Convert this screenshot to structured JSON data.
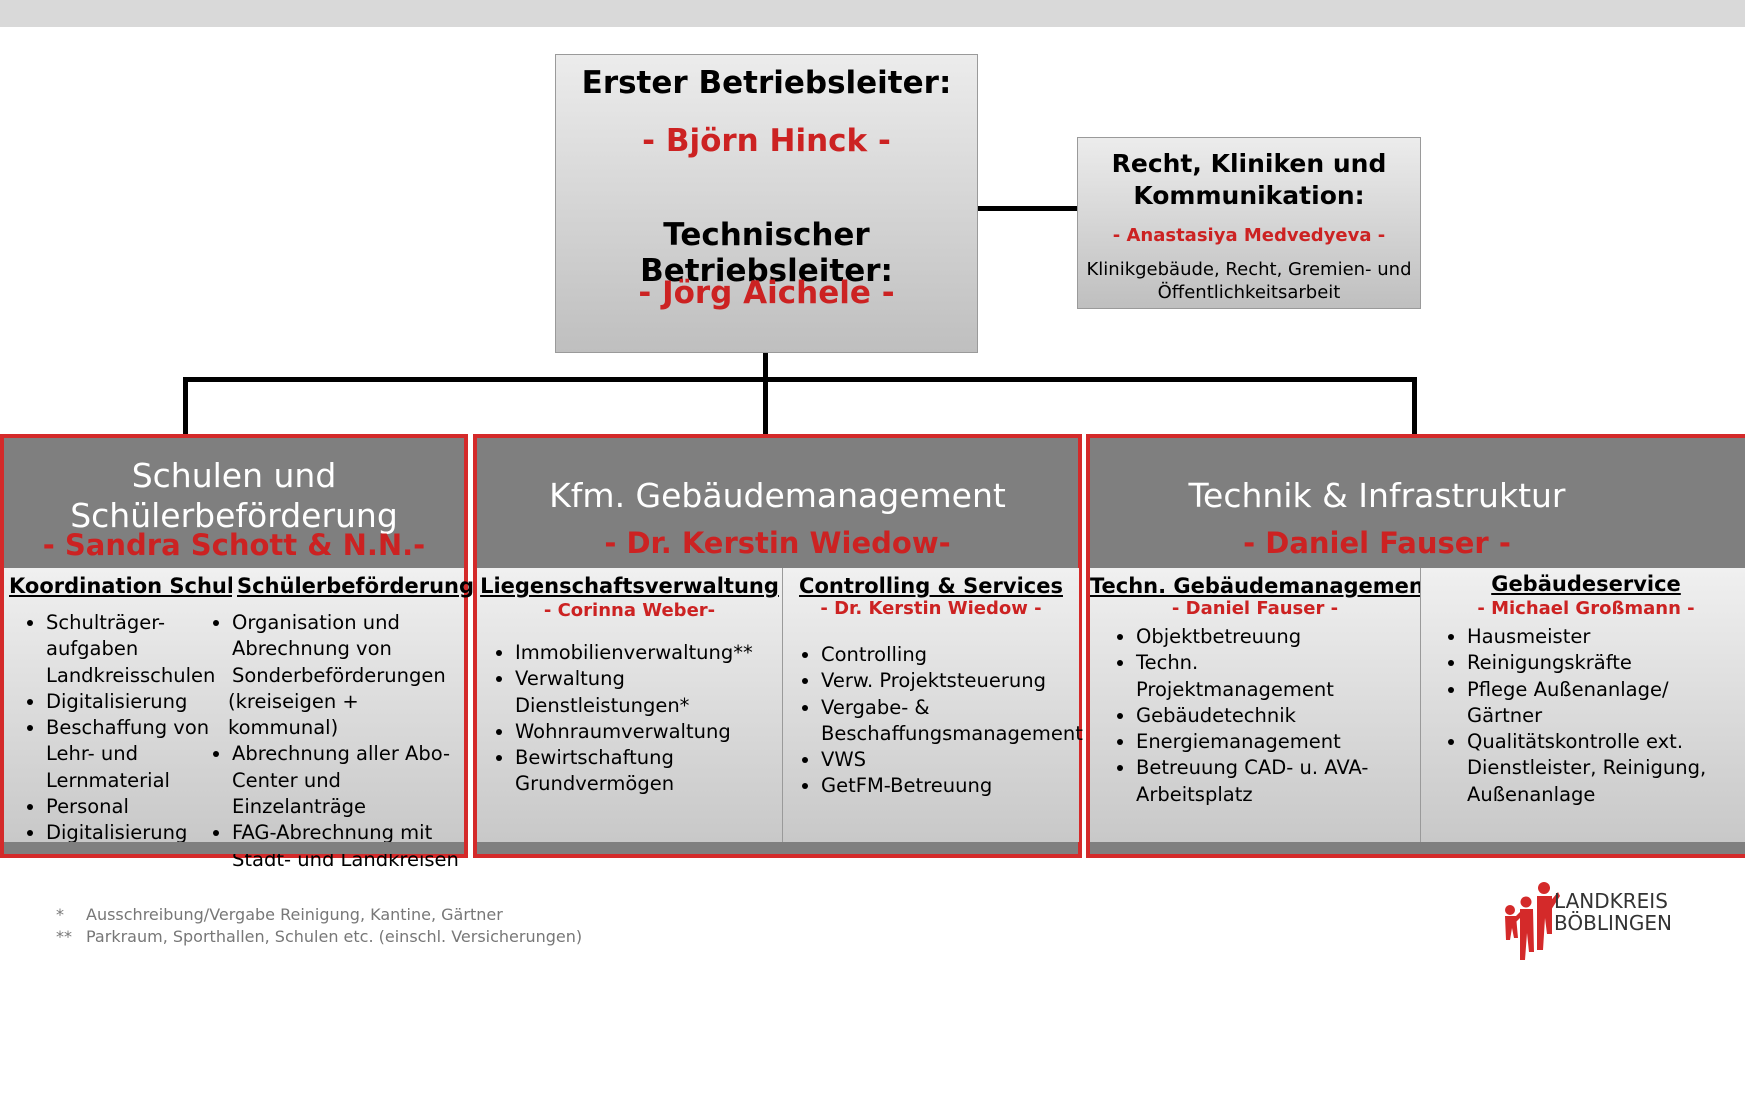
{
  "leadership": {
    "title1": "Erster Betriebsleiter:",
    "name1": "- Björn Hinck -",
    "title2": "Technischer Betriebsleiter:",
    "name2": "- Jörg Aichele -"
  },
  "staff_unit": {
    "title_line1": "Recht, Kliniken und",
    "title_line2": "Kommunikation:",
    "name": "- Anastasiya Medvedyeva -",
    "desc_line1": "Klinikgebäude, Recht, Gremien- und",
    "desc_line2": "Öffentlichkeitsarbeit"
  },
  "departments": [
    {
      "title_line1": "Schulen und",
      "title_line2": "Schülerbeförderung",
      "lead": "- Sandra Schott & N.N.-",
      "columns": [
        {
          "heading": "Koordination Schulen",
          "items": [
            "Schulträger-",
            "aufgaben",
            "Landkreisschulen",
            "Digitalisierung",
            "Beschaffung von",
            "Lehr- und",
            "Lernmaterial",
            "Personal",
            "Digitalisierung"
          ]
        },
        {
          "heading": "Schülerbeförderung",
          "items": [
            "Organisation und",
            "Abrechnung von",
            "Sonderbeförderungen",
            "(kreiseigen + kommunal)",
            "Abrechnung aller Abo-",
            "Center und",
            "Einzelanträge",
            "FAG-Abrechnung mit",
            "Stadt- und Landkreisen"
          ]
        }
      ]
    },
    {
      "title": "Kfm. Gebäudemanagement",
      "lead": "- Dr. Kerstin Wiedow-",
      "columns": [
        {
          "heading": "Liegenschaftsverwaltung",
          "sublead": "- Corinna Weber-",
          "items": [
            "Immobilienverwaltung**",
            "Verwaltung",
            "Dienstleistungen*",
            "Wohnraumverwaltung",
            "Bewirtschaftung",
            "Grundvermögen"
          ]
        },
        {
          "heading": "Controlling & Services",
          "sublead": "- Dr. Kerstin Wiedow -",
          "items": [
            "Controlling",
            "Verw. Projektsteuerung",
            "Vergabe- &",
            "Beschaffungsmanagement",
            "VWS",
            "GetFM-Betreuung"
          ]
        }
      ]
    },
    {
      "title": "Technik & Infrastruktur",
      "lead": "- Daniel Fauser -",
      "columns": [
        {
          "heading": "Techn. Gebäudemanagement",
          "sublead": "- Daniel Fauser -",
          "items": [
            "Objektbetreuung",
            "Techn.",
            "Projektmanagement",
            "Gebäudetechnik",
            "Energiemanagement",
            "Betreuung CAD- u. AVA-",
            "Arbeitsplatz"
          ]
        },
        {
          "heading": "Gebäudeservice",
          "sublead": "- Michael Großmann -",
          "items": [
            "Hausmeister",
            "Reinigungskräfte",
            "Pflege Außenanlage/",
            "Gärtner",
            "Qualitätskontrolle ext.",
            "Dienstleister, Reinigung,",
            "Außenanlage"
          ]
        }
      ]
    }
  ],
  "footnotes": [
    {
      "mark": "*",
      "text": "Ausschreibung/Vergabe Reinigung, Kantine, Gärtner"
    },
    {
      "mark": "**",
      "text": "Parkraum, Sporthallen, Schulen  etc. (einschl. Versicherungen)"
    }
  ],
  "logo": {
    "line1": "LANDKREIS",
    "line2": "BÖBLINGEN",
    "color": "#d42a2a"
  }
}
